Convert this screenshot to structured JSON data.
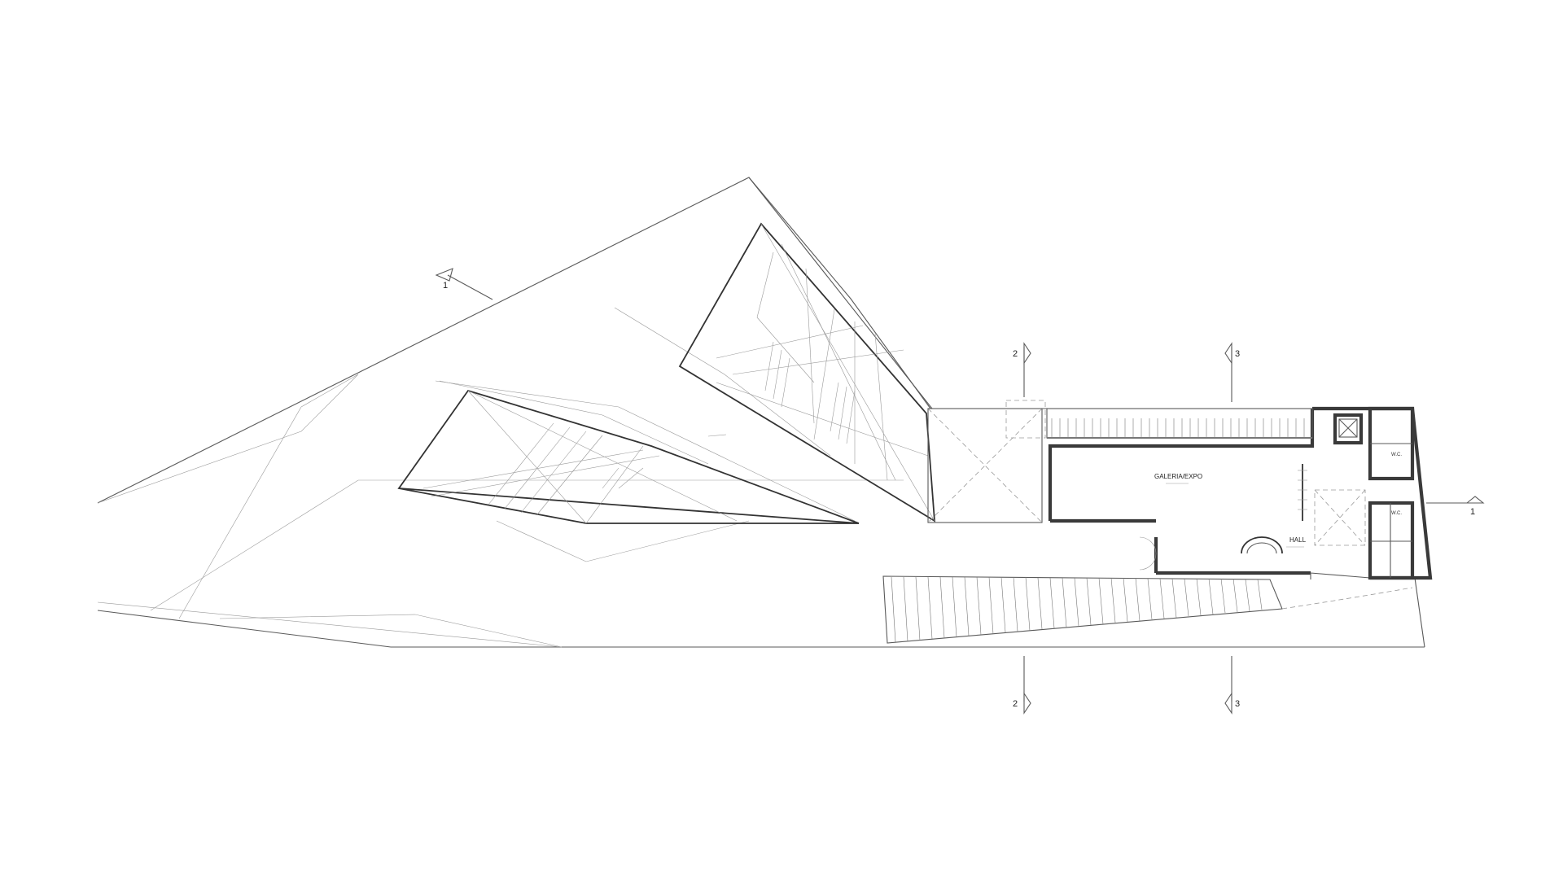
{
  "markers": {
    "section_1_left": "1",
    "section_1_right": "1",
    "section_2_top": "2",
    "section_2_bottom": "2",
    "section_3_top": "3",
    "section_3_bottom": "3"
  },
  "rooms": {
    "gallery": "GALERIA/EXPO",
    "hall": "HALL",
    "wc_1": "W.C.",
    "wc_2": "W.C."
  },
  "colors": {
    "line": "#333333",
    "thin_line": "#9a9a9a",
    "background": "#ffffff"
  }
}
